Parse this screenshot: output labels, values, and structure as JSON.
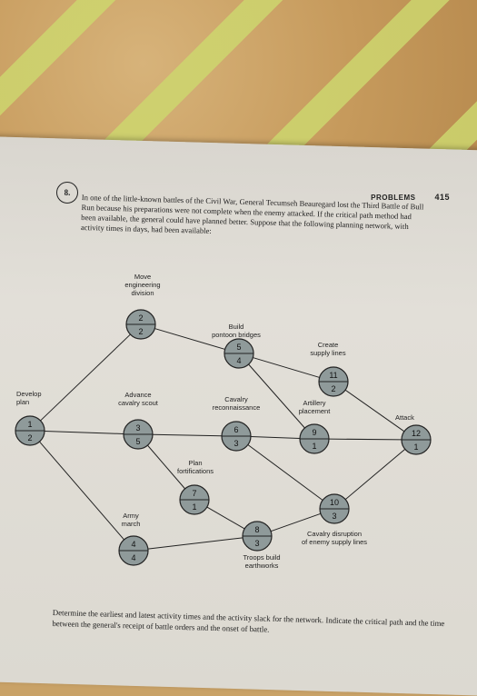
{
  "header": {
    "section_label": "PROBLEMS",
    "page_number": "415"
  },
  "problem": {
    "number": "8.",
    "intro": "In one of the little-known battles of the Civil War, General Tecumseh Beauregard lost the Third Battle of Bull Run because his preparations were not complete when the enemy attacked. If the critical path method had been available, the general could have planned better. Suppose that the following planning network, with activity times in days, had been available:",
    "question": "Determine the earliest and latest activity times and the activity slack for the network. Indicate the critical path and the time between the general's receipt of battle orders and the onset of battle."
  },
  "network": {
    "nodes": [
      {
        "id": "develop",
        "label": "Develop plan",
        "top": "1",
        "bottom": "2"
      },
      {
        "id": "move",
        "label": "Move engineering division",
        "top": "2",
        "bottom": "2"
      },
      {
        "id": "advance",
        "label": "Advance cavalry scout",
        "top": "3",
        "bottom": "5"
      },
      {
        "id": "army",
        "label": "Army march",
        "top": "4",
        "bottom": "4"
      },
      {
        "id": "fort",
        "label": "Plan fortifications",
        "top": "7",
        "bottom": "1"
      },
      {
        "id": "build",
        "label": "Build pontoon bridges",
        "top": "5",
        "bottom": "4"
      },
      {
        "id": "cavalry",
        "label": "Cavalry reconnaissance",
        "top": "6",
        "bottom": "3"
      },
      {
        "id": "troops",
        "label": "Troops build earthworks",
        "top": "8",
        "bottom": "3"
      },
      {
        "id": "create",
        "label": "Create supply lines",
        "top": "11",
        "bottom": "2"
      },
      {
        "id": "artillery",
        "label": "Artillery placement",
        "top": "9",
        "bottom": "1"
      },
      {
        "id": "disrupt",
        "label": "Cavalry disruption of enemy supply lines",
        "top": "10",
        "bottom": "3"
      },
      {
        "id": "attack",
        "label": "Attack",
        "top": "12",
        "bottom": "1"
      }
    ]
  }
}
